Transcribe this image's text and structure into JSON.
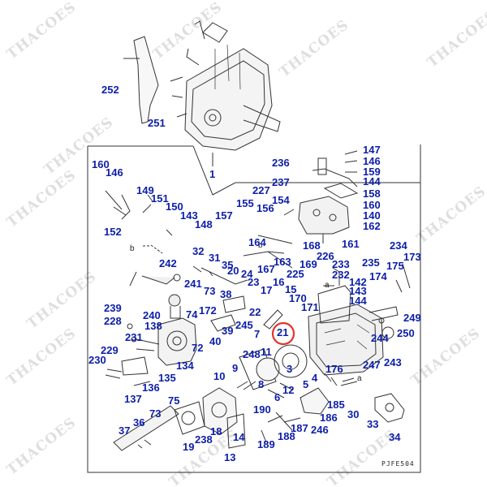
{
  "diagram": {
    "drawing_code": "PJFE504",
    "highlighted_part": "21",
    "colors": {
      "label": "#0c1ea8",
      "highlight": "#e3352b",
      "line": "#333333",
      "watermark": "#d8d8d8"
    },
    "reference_marks": [
      "b",
      "b",
      "a",
      "a"
    ],
    "watermarks": [
      "THACOES",
      "THACOES",
      "THACOES",
      "THACOES",
      "THACOES",
      "THACOES",
      "THACOES",
      "THACOES",
      "THACOES",
      "THACOES",
      "THACOES",
      "THACOES",
      "THACOES"
    ],
    "labels": [
      "252",
      "251",
      "1",
      "147",
      "146",
      "159",
      "144",
      "236",
      "237",
      "227",
      "158",
      "155",
      "156",
      "154",
      "160",
      "146",
      "149",
      "151",
      "150",
      "143",
      "148",
      "157",
      "160",
      "140",
      "162",
      "152",
      "164",
      "168",
      "161",
      "234",
      "32",
      "31",
      "35",
      "226",
      "233",
      "235",
      "175",
      "173",
      "163",
      "169",
      "142",
      "174",
      "242",
      "20",
      "24",
      "167",
      "225",
      "232",
      "143",
      "241",
      "23",
      "16",
      "15",
      "144",
      "73",
      "38",
      "17",
      "170",
      "171",
      "239",
      "240",
      "74",
      "172",
      "22",
      "249",
      "228",
      "138",
      "231",
      "72",
      "40",
      "39",
      "245",
      "7",
      "21",
      "244",
      "250",
      "229",
      "230",
      "134",
      "9",
      "248",
      "11",
      "247",
      "243",
      "137",
      "135",
      "136",
      "10",
      "8",
      "3",
      "4",
      "5",
      "12",
      "176",
      "75",
      "6",
      "185",
      "30",
      "190",
      "37",
      "36",
      "73",
      "238",
      "14",
      "186",
      "188",
      "187",
      "246",
      "33",
      "19",
      "18",
      "189",
      "13",
      "34"
    ]
  }
}
